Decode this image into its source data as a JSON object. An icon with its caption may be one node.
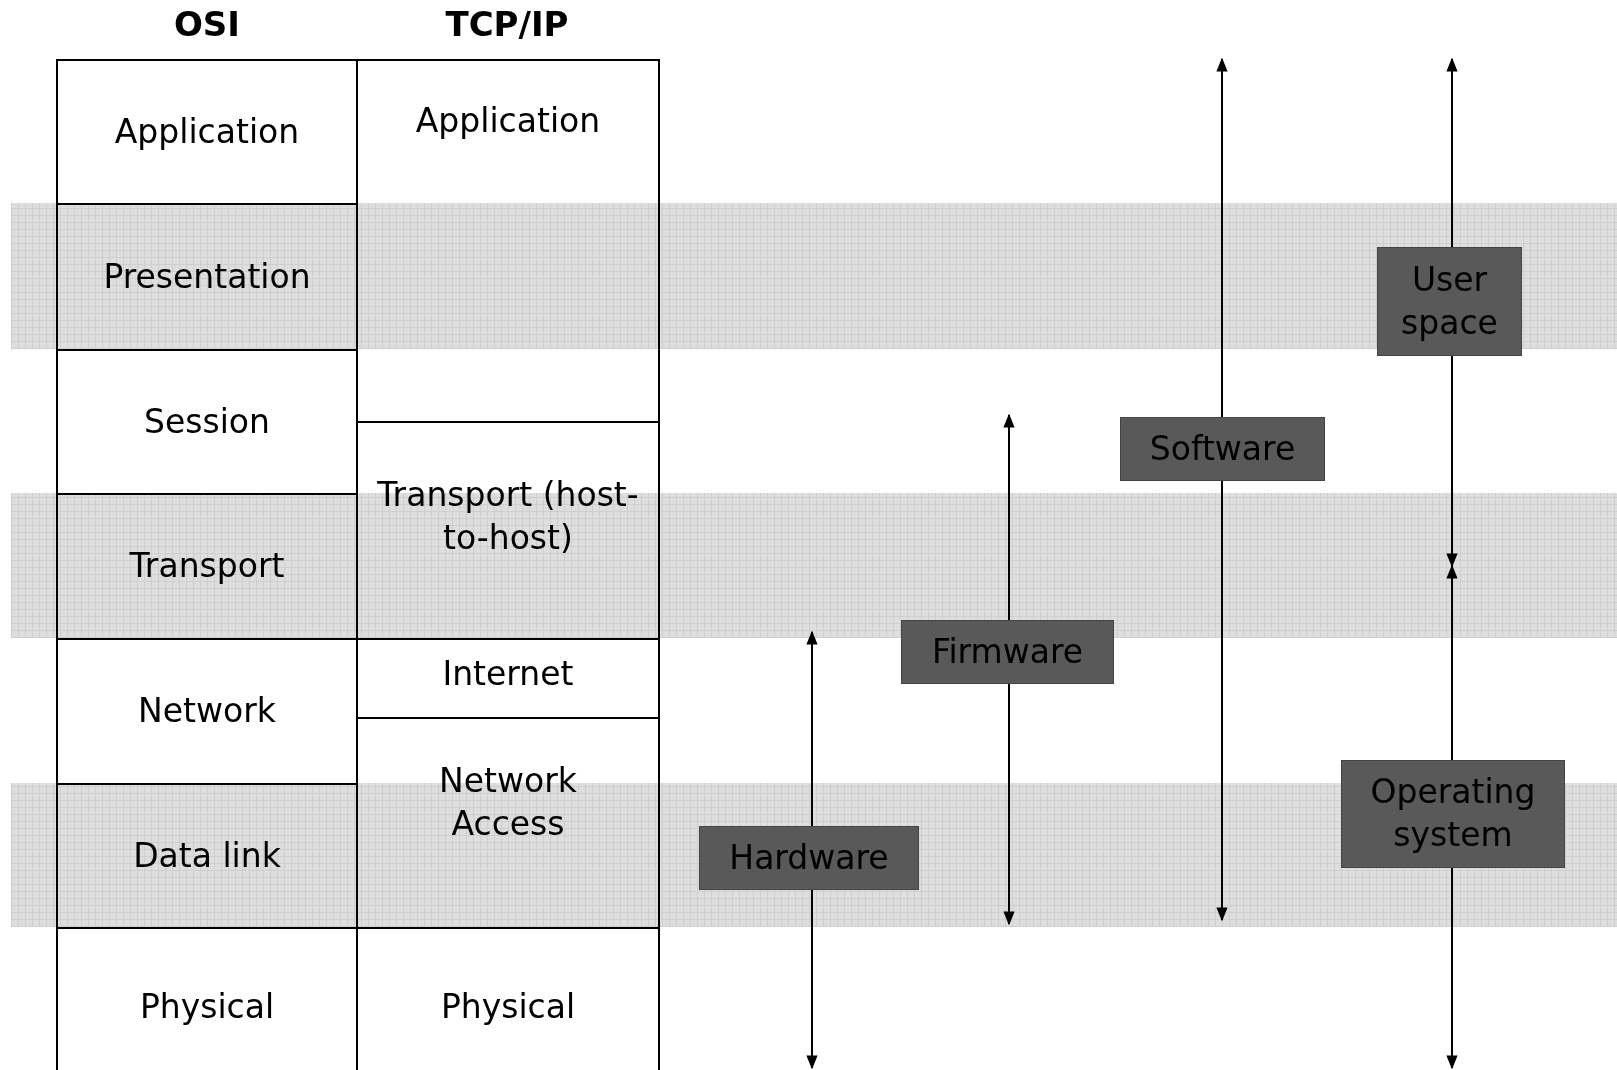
{
  "diagram": {
    "nodes": [
      {
        "text": [
          "Application"
        ]
      },
      {
        "text": [
          "Presentation"
        ]
      },
      {
        "text": [
          "Session"
        ]
      },
      {
        "text": [
          "Transport"
        ]
      },
      {
        "text": [
          "Network"
        ]
      },
      {
        "text": [
          "Data link"
        ]
      },
      {
        "text": [
          "Physical"
        ]
      },
      {
        "text": [
          "Application"
        ]
      },
      {
        "text": [
          "Transport (host-to-host)"
        ]
      },
      {
        "text": [
          "Internet"
        ]
      },
      {
        "text": [
          "Network Access"
        ]
      },
      {
        "text": [
          "Physical"
        ]
      },
      {
        "text": [
          "Hardware"
        ]
      },
      {
        "text": [
          "Firmware"
        ]
      },
      {
        "text": [
          "Software"
        ]
      },
      {
        "text": [
          "User space"
        ]
      },
      {
        "text": [
          "Operating system"
        ]
      }
    ],
    "edges": [],
    "labels": [
      "OSI",
      "TCP/IP"
    ]
  }
}
